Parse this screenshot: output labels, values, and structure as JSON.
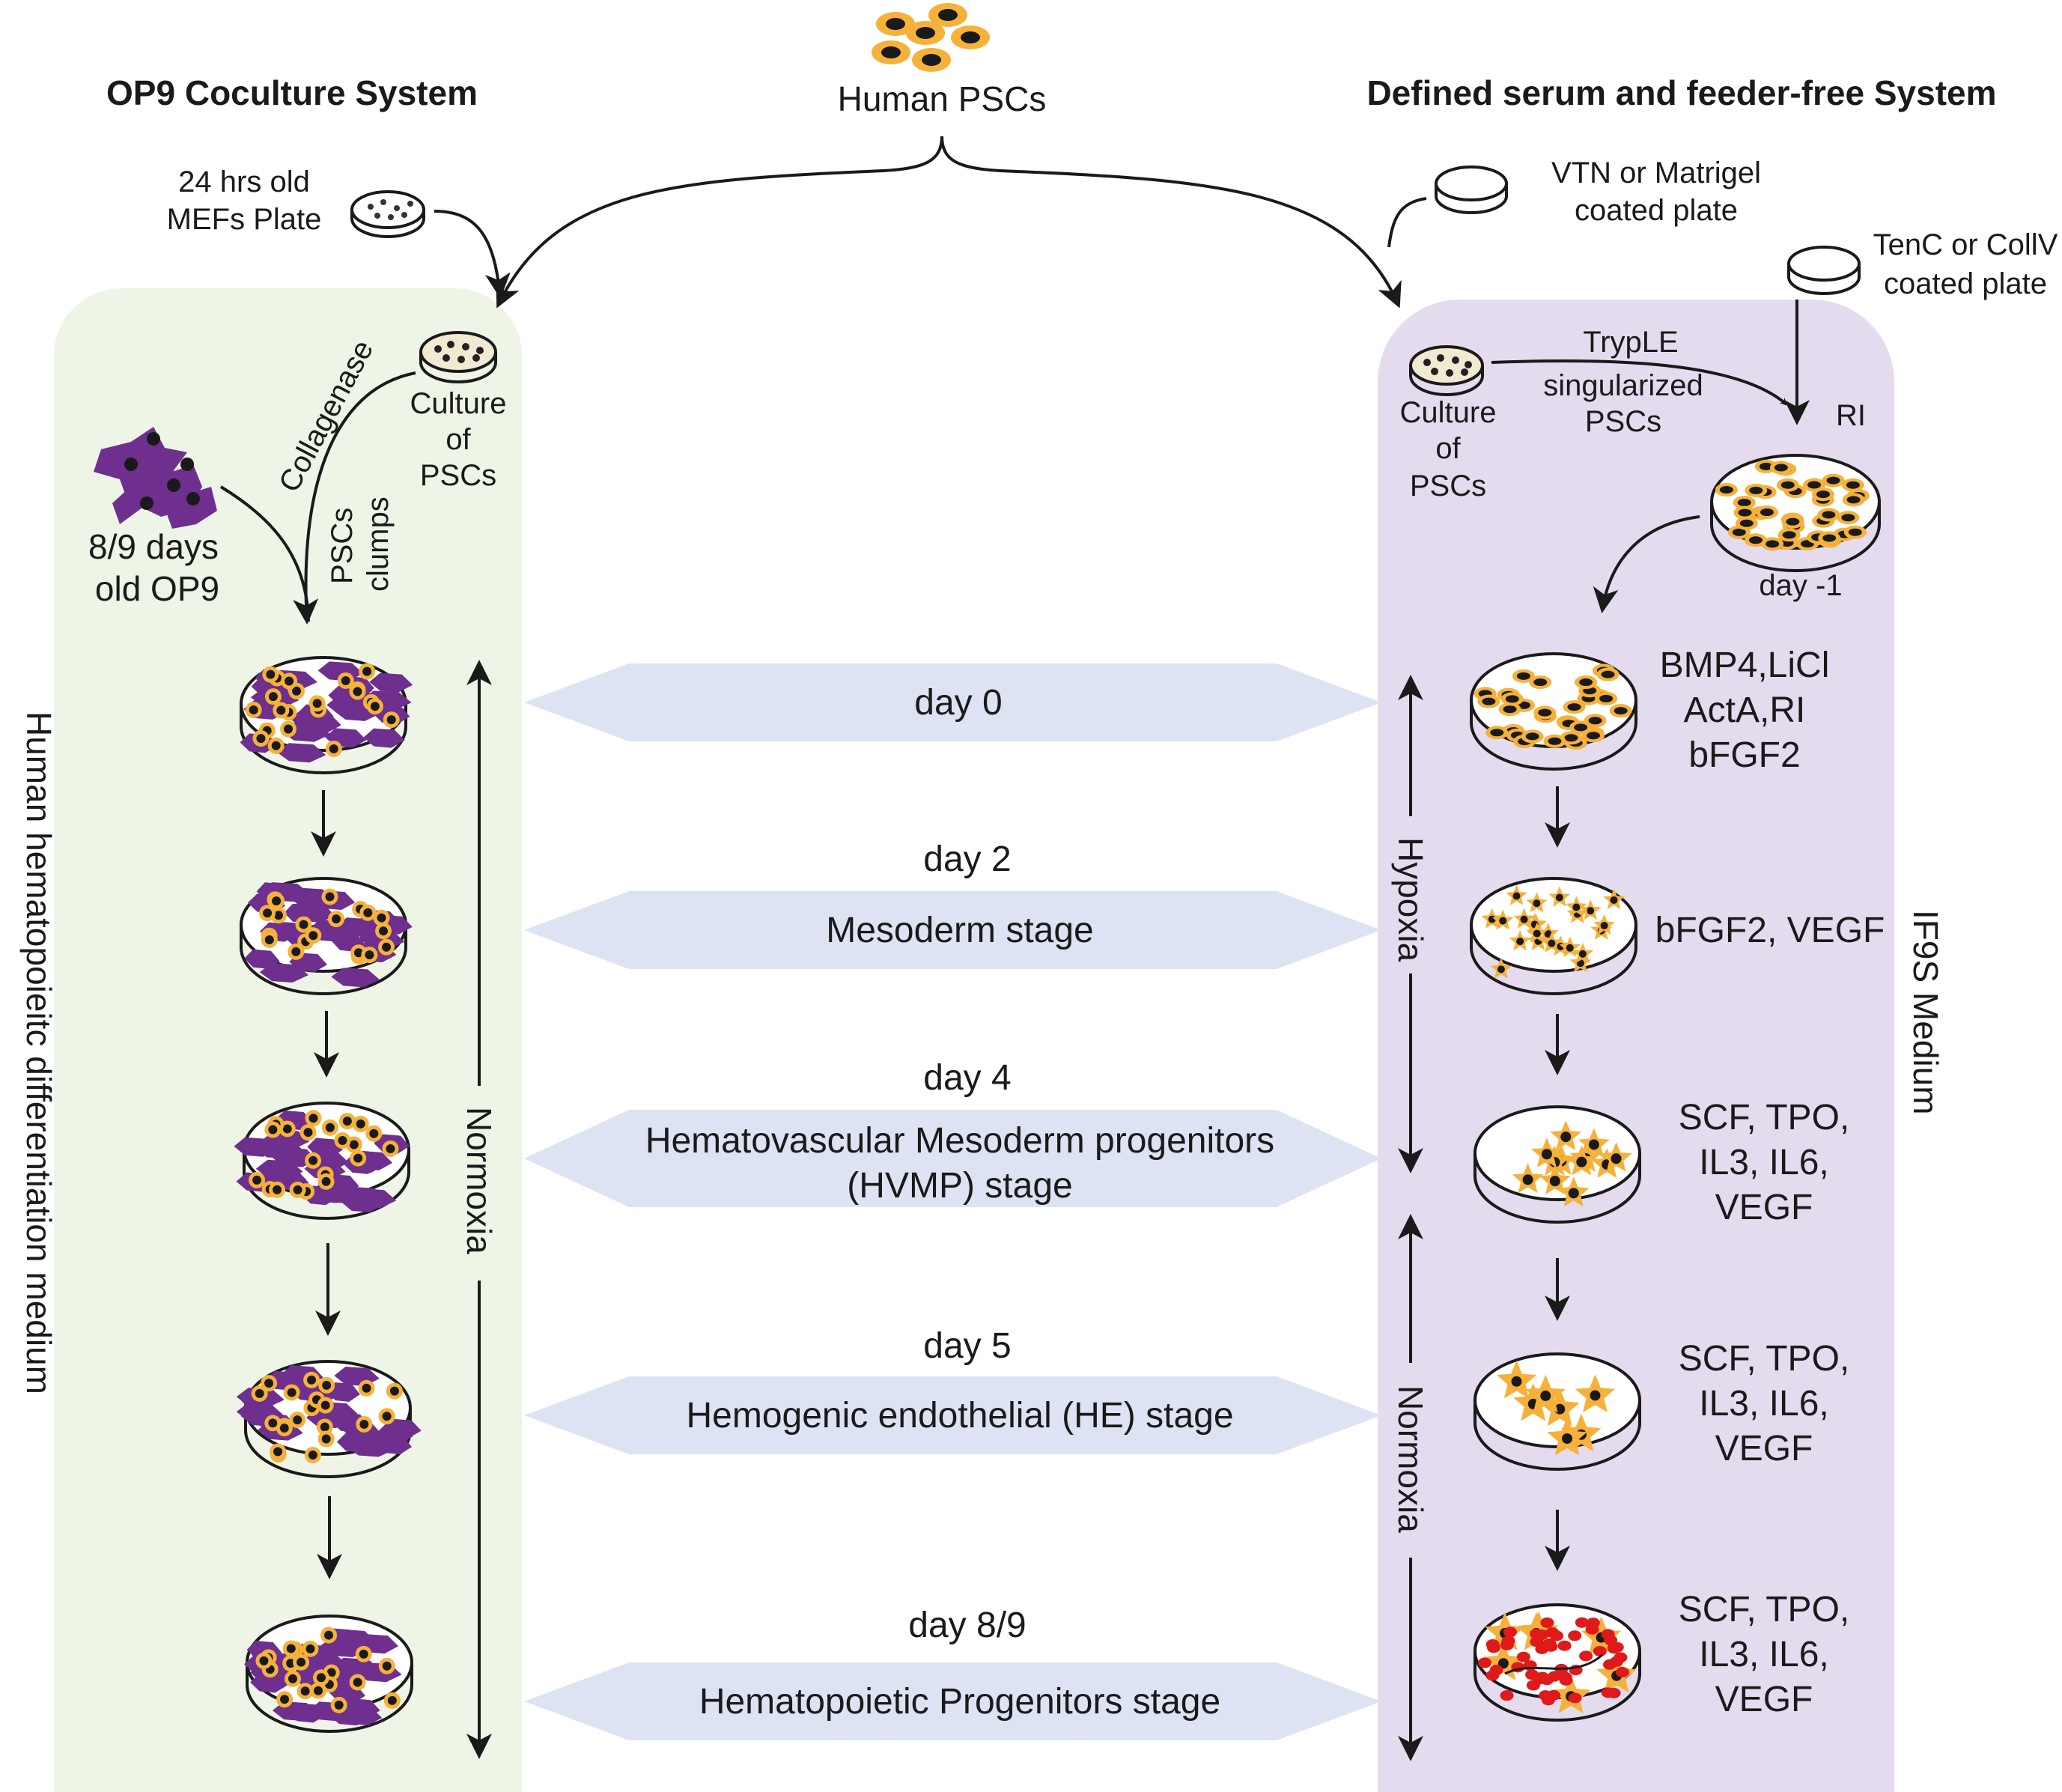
{
  "header": {
    "left_title": "OP9 Coculture System",
    "center_title": "Human PSCs",
    "right_title": "Defined serum and feeder-free System"
  },
  "left": {
    "mefs_label": [
      "24 hrs old",
      "MEFs Plate"
    ],
    "culture_label": [
      "Culture",
      "of",
      "PSCs"
    ],
    "collagenase": "Collagenase",
    "clumps_label": [
      "PSCs",
      "clumps"
    ],
    "op9_label": [
      "8/9 days",
      "old OP9"
    ],
    "side_label": "Human hematopoieitc differentiation medium",
    "normoxia": "Normoxia"
  },
  "right": {
    "vtn_label": [
      "VTN or Matrigel",
      "coated plate"
    ],
    "tenc_label": [
      "TenC or CollV",
      "coated plate"
    ],
    "culture_label": [
      "Culture",
      "of",
      "PSCs"
    ],
    "tryple_label": [
      "TrypLE",
      "singularized",
      "PSCs"
    ],
    "ri": "RI",
    "day_minus1": "day -1",
    "hypoxia": "Hypoxia",
    "normoxia": "Normoxia",
    "side_label": "IF9S Medium",
    "factors": [
      [
        "BMP4,LiCl",
        "ActA,RI",
        "bFGF2"
      ],
      [
        "bFGF2, VEGF"
      ],
      [
        "SCF, TPO,",
        "IL3, IL6,",
        "VEGF"
      ],
      [
        "SCF, TPO,",
        "IL3, IL6,",
        "VEGF"
      ],
      [
        "SCF, TPO,",
        "IL3, IL6,",
        "VEGF"
      ]
    ]
  },
  "stages": [
    {
      "day": "day 0",
      "lines": []
    },
    {
      "day": "day 2",
      "lines": [
        "Mesoderm stage"
      ]
    },
    {
      "day": "day 4",
      "lines": [
        "Hematovascular Mesoderm progenitors",
        "(HVMP) stage"
      ]
    },
    {
      "day": "day 5",
      "lines": [
        "Hemogenic endothelial (HE) stage"
      ]
    },
    {
      "day": "day 8/9",
      "lines": [
        "Hematopoietic Progenitors stage"
      ]
    }
  ],
  "colors": {
    "left_panel": "#eef4e6",
    "right_panel": "#e4dcee",
    "arrow_band": "#dde3f2",
    "cell_orange": "#f6b13a",
    "cell_purple": "#6e2f8e",
    "blood_red": "#e0191b"
  }
}
